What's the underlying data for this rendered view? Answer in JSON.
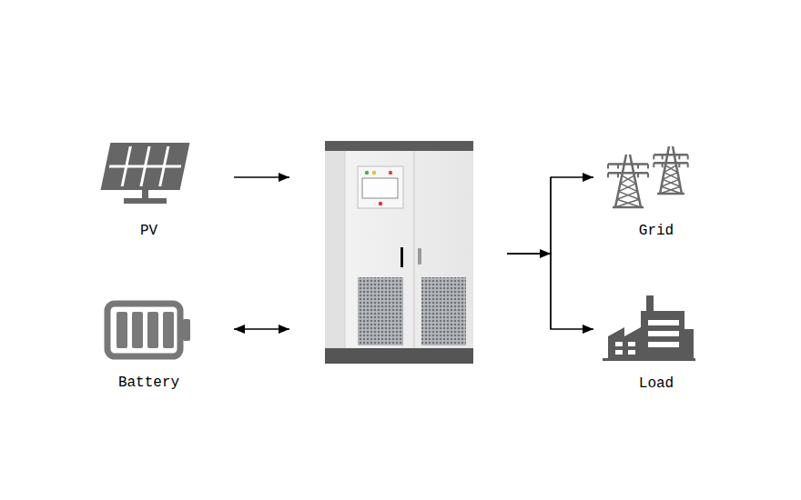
{
  "diagram": {
    "nodes": [
      {
        "text": [
          "PV"
        ]
      },
      {
        "text": [
          "Battery"
        ]
      },
      {
        "text": []
      },
      {
        "text": [
          "Grid"
        ]
      },
      {
        "text": [
          "Load"
        ]
      }
    ],
    "edges": [
      {
        "from": 0,
        "to": 2,
        "arrow": "to"
      },
      {
        "from": 1,
        "to": 2,
        "arrow": "both"
      },
      {
        "from": 2,
        "to": 3,
        "arrow": "to"
      },
      {
        "from": 2,
        "to": 4,
        "arrow": "to"
      }
    ]
  }
}
